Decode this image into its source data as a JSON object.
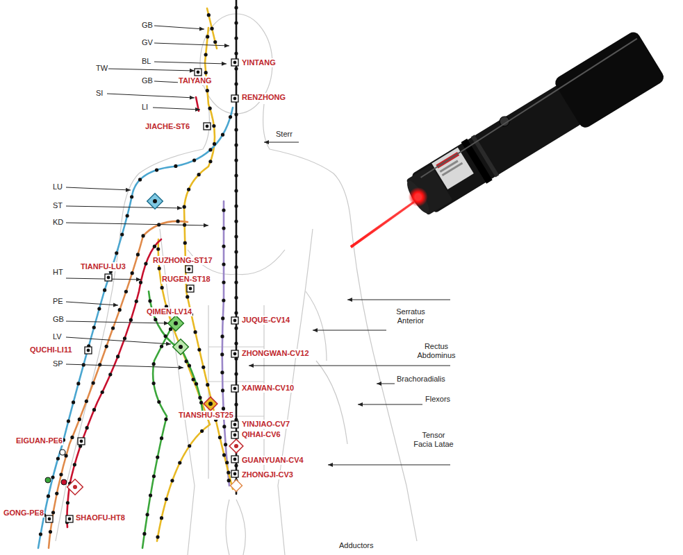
{
  "diagram": {
    "labels": [
      "GB",
      "GV",
      "YINTANG",
      "BL",
      "TW",
      "TAIYANG",
      "GB",
      "SI",
      "RENZHONG",
      "LI",
      "JIACHE-ST6",
      "Sterr",
      "LU",
      "ST",
      "KD",
      "RUZHONG-ST17",
      "HT",
      "TIANFU-LU3",
      "RUGEN-ST18",
      "PE",
      "Serratus Anterior",
      "QIMEN-LV14",
      "JUQUE-CV14",
      "GB",
      "LV",
      "QUCHI-LI11",
      "ZHONGWAN-CV12",
      "Rectus Abdominus",
      "SP",
      "Brachoradialis",
      "XAIWAN-CV10",
      "Flexors",
      "TIANSHU-ST25",
      "YINJIAO-CV7",
      "QIHAI-CV6",
      "Tensor Facia Latae",
      "EIGUAN-PE6",
      "GUANYUAN-CV4",
      "ZHONGJI-CV3",
      "GONG-PE8",
      "SHAOFU-HT8",
      "Adductors"
    ]
  }
}
